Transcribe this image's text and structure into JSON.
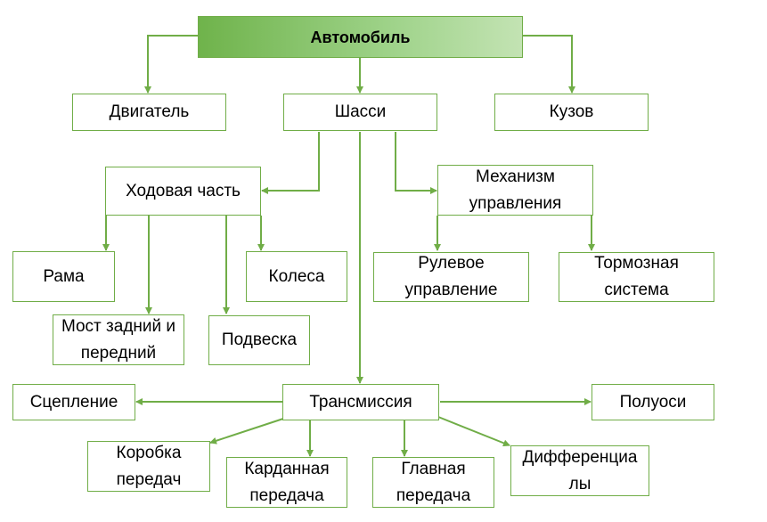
{
  "diagram": {
    "line_color": "#70ad47",
    "root_fill": "#8cc86e",
    "nodes": {
      "automobile": "Автомобиль",
      "engine": "Двигатель",
      "chassis": "Шасси",
      "body": "Кузов",
      "running_gear": "Ходовая часть",
      "control_mechanism": "Механизм управления",
      "frame": "Рама",
      "wheels": "Колеса",
      "axles": "Мост задний и передний",
      "suspension": "Подвеска",
      "steering": "Рулевое управление",
      "brakes": "Тормозная система",
      "transmission": "Трансмиссия",
      "clutch": "Сцепление",
      "half_shafts": "Полуоси",
      "gearbox": "Коробка передач",
      "cardan": "Карданная передача",
      "main_gear": "Главная передача",
      "differentials": "Дифференциалы"
    }
  }
}
